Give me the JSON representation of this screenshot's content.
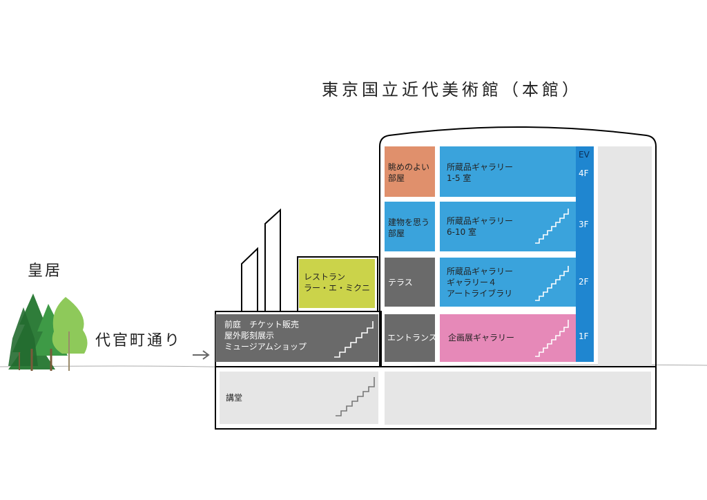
{
  "title": "東京国立近代美術館（本館）",
  "imperial_palace": "皇居",
  "street": "代官町通り",
  "elevator": {
    "label": "EV",
    "floors": [
      "4F",
      "3F",
      "2F",
      "1F"
    ]
  },
  "rooms": {
    "view_room": [
      "眺めのよい",
      "部屋"
    ],
    "gallery_4f": [
      "所蔵品ギャラリー",
      "1-5 室"
    ],
    "architecture_room": [
      "建物を思う",
      "部屋"
    ],
    "gallery_3f": [
      "所蔵品ギャラリー",
      "6-10 室"
    ],
    "restaurant": [
      "レストラン",
      "ラー・エ・ミクニ"
    ],
    "terrace": "テラス",
    "gallery_2f": [
      "所蔵品ギャラリー",
      "ギャラリー４",
      "アートライブラリ"
    ],
    "front": [
      "前庭　チケット販売",
      "屋外彫刻展示",
      "ミュージアムショップ"
    ],
    "entrance": "エントランス",
    "special_gallery": "企画展ギャラリー",
    "auditorium": "講堂"
  },
  "colors": {
    "blue": "#3aa3dc",
    "ev_blue": "#1f86d0",
    "orange": "#e0906c",
    "yellow_green": "#cbd34a",
    "pink": "#e689b8",
    "dark_gray": "#6a6a6a",
    "light_gray": "#e6e6e6"
  }
}
